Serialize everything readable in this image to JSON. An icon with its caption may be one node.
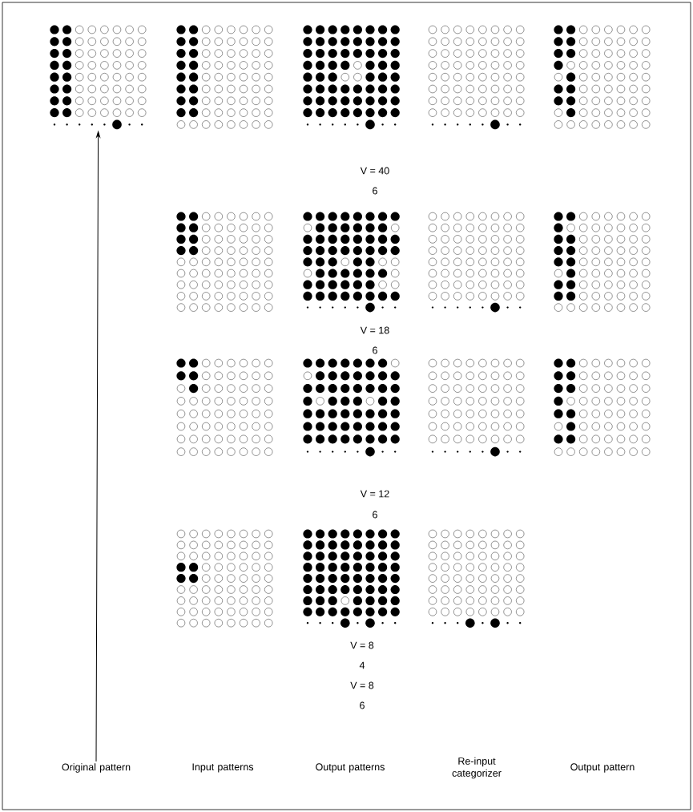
{
  "diagram": {
    "nodes": [
      {
        "text": [],
        "shape": "grid"
      },
      {
        "text": [
          "Original pattern"
        ]
      }
    ],
    "edges": [
      {
        "from": 1,
        "to": 0,
        "arrow": "to"
      }
    ],
    "labels": [
      "V = 40",
      "6",
      "V = 18",
      "6",
      "V = 12",
      "6",
      "V = 8",
      "4",
      "V = 8",
      "6",
      "Input patterns",
      "Output patterns",
      "Re-input categorizer",
      "Output pattern"
    ]
  }
}
